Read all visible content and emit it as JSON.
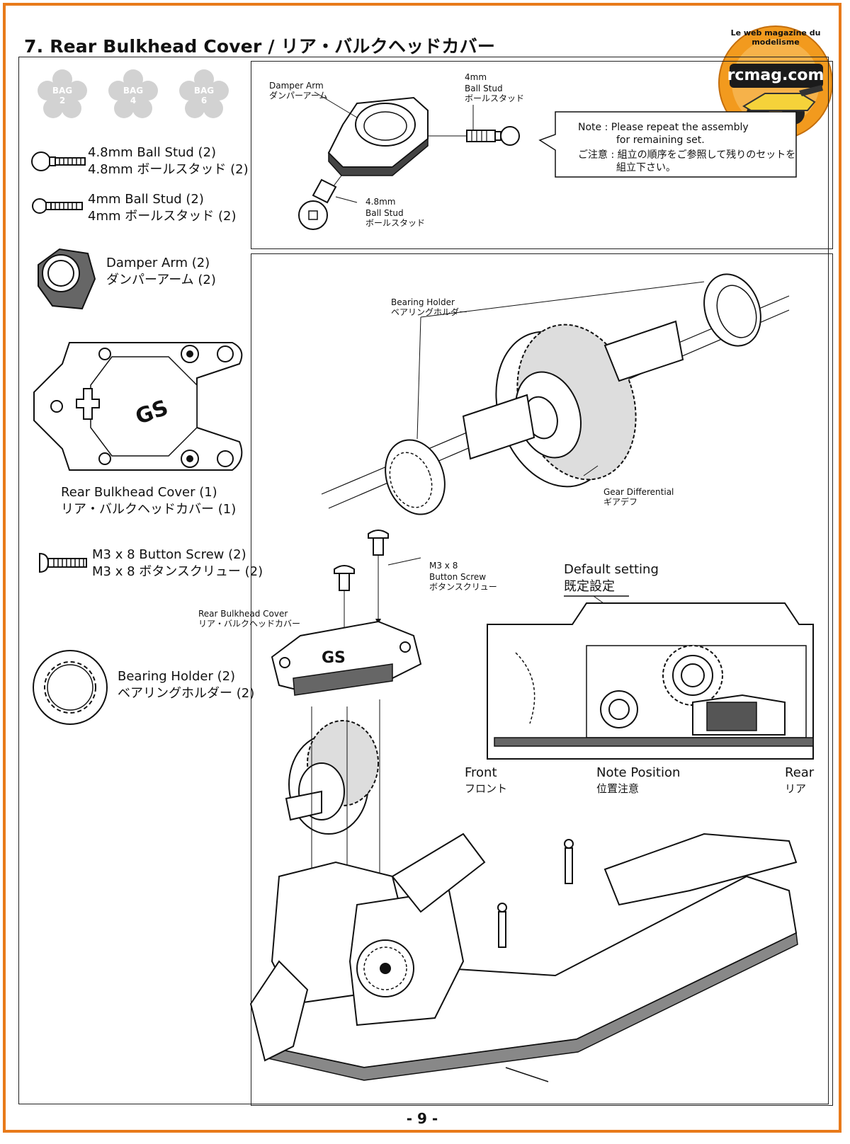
{
  "title": "7. Rear Bulkhead Cover / リア・バルクヘッドカバー",
  "bags": [
    "BAG\n2",
    "BAG\n4",
    "BAG\n6"
  ],
  "bag_items": [
    {
      "n": "BAG",
      "d": "2"
    },
    {
      "n": "BAG",
      "d": "4"
    },
    {
      "n": "BAG",
      "d": "6"
    }
  ],
  "parts": {
    "ball_stud_48": {
      "en": "4.8mm Ball Stud (2)",
      "jp": "4.8mm ボールスタッド (2)"
    },
    "ball_stud_4": {
      "en": "4mm Ball Stud (2)",
      "jp": "4mm ボールスタッド (2)"
    },
    "damper_arm": {
      "en": "Damper Arm (2)",
      "jp": "ダンパーアーム (2)"
    },
    "bulkhead_cover": {
      "en": "Rear Bulkhead Cover (1)",
      "jp": "リア・バルクヘッドカバー (1)"
    },
    "button_screw": {
      "en": "M3 x 8 Button Screw (2)",
      "jp": "M3 x 8 ボタンスクリュー (2)"
    },
    "bearing_holder": {
      "en": "Bearing Holder (2)",
      "jp": "ベアリングホルダー (2)"
    }
  },
  "top_diagram": {
    "damper_arm": {
      "en": "Damper Arm",
      "jp": "ダンパーアーム"
    },
    "stud_4mm": {
      "size": "4mm",
      "en": "Ball Stud",
      "jp": "ボールスタッド"
    },
    "stud_48mm": {
      "size": "4.8mm",
      "en": "Ball Stud",
      "jp": "ボールスタッド"
    },
    "note": {
      "line1": "Note : Please repeat the assembly",
      "line2": "for remaining set.",
      "line3": "ご注意 : 組立の順序をご参照して残りのセットを",
      "line4": "組立下さい。"
    }
  },
  "main_diagram": {
    "bearing_holder": {
      "en": "Bearing Holder",
      "jp": "ベアリングホルダー"
    },
    "gear_diff": {
      "en": "Gear Differential",
      "jp": "ギアデフ"
    },
    "screw": {
      "size": "M3 x 8",
      "en": "Button Screw",
      "jp": "ボタンスクリュー"
    },
    "cover": {
      "en": "Rear Bulkhead Cover",
      "jp": "リア・バルクヘッドカバー"
    },
    "default_setting": {
      "en": "Default setting",
      "jp": "既定設定"
    },
    "front": {
      "en": "Front",
      "jp": "フロント"
    },
    "note_position": {
      "en": "Note Position",
      "jp": "位置注意"
    },
    "rear": {
      "en": "Rear",
      "jp": "リア"
    }
  },
  "logo": {
    "text": "rcmag.com",
    "ring": "Le web magazine du modelisme"
  },
  "page_number": "- 9 -",
  "colors": {
    "frame": "#e87a1a",
    "bag": "#cfcfcf",
    "ink": "#111111",
    "logo_bg": "#f29a1e"
  }
}
